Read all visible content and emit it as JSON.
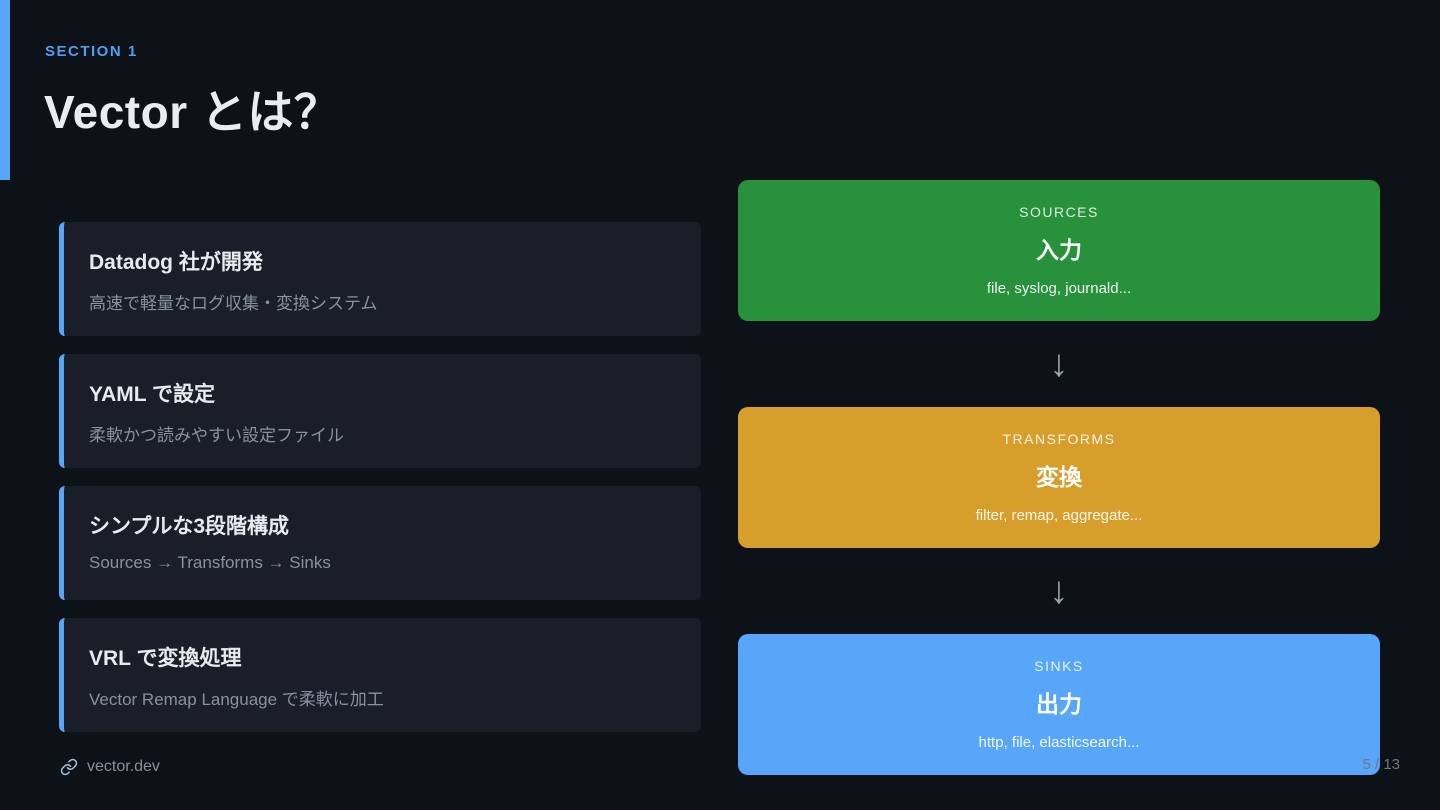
{
  "slide": {
    "section_label": "SECTION 1",
    "title": "Vector とは？",
    "features": [
      {
        "title": "Datadog 社が開発",
        "description": "高速で軽量なログ収集・変換システム"
      },
      {
        "title": "YAML で設定",
        "description": "柔軟かつ読みやすい設定ファイル"
      },
      {
        "title": "シンプルな3段階構成",
        "description": "Sources → Transforms → Sinks"
      },
      {
        "title": "VRL で変換処理",
        "description": "Vector Remap Language で柔軟に加工"
      }
    ],
    "flow_arrow_glyph": "↓",
    "pipeline": {
      "sources": {
        "label": "SOURCES",
        "name": "入力",
        "examples": "file, syslog, journald...",
        "color": "#28913c"
      },
      "transforms": {
        "label": "TRANSFORMS",
        "name": "変換",
        "examples": "filter, remap, aggregate...",
        "color": "#d79e2b"
      },
      "sinks": {
        "label": "SINKS",
        "name": "出力",
        "examples": "http, file, elasticsearch...",
        "color": "#58a6fa"
      }
    },
    "footer": {
      "site_link": "vector.dev",
      "page_number": "5 / 13"
    },
    "colors": {
      "background": "#0d1118",
      "card_background": "#191e28",
      "accent_blue": "#58a6fa",
      "section_label_blue": "#4f9ef0",
      "sources_green": "#28913c",
      "transforms_amber": "#d79e2b",
      "sinks_blue": "#58a6fa"
    }
  }
}
